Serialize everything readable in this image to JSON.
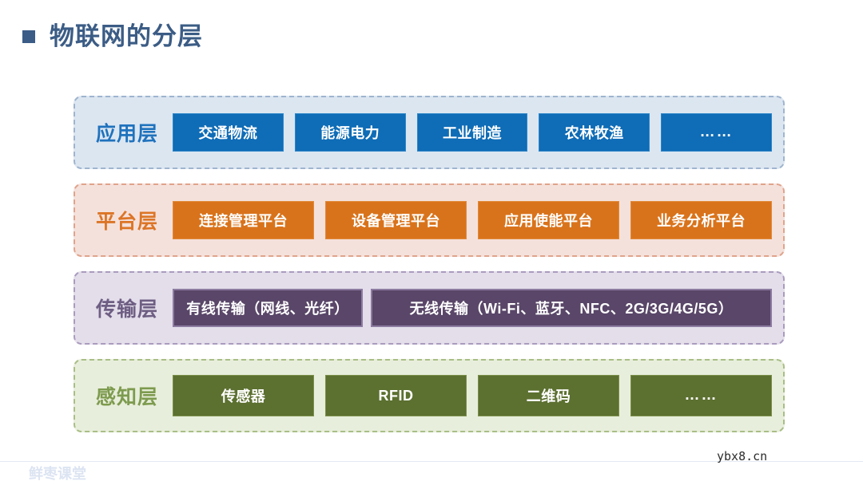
{
  "slide": {
    "title": "物联网的分层",
    "bullet_icon": "square-bullet-icon",
    "title_color": "#3B5C85"
  },
  "layers": [
    {
      "id": "application",
      "label": "应用层",
      "label_color": "#1F72BD",
      "panel_bg": "#DCE6F1",
      "panel_border": "#9FB4CE",
      "box_color": "#0F6CB6",
      "items": [
        "交通物流",
        "能源电力",
        "工业制造",
        "农林牧渔",
        "……"
      ]
    },
    {
      "id": "platform",
      "label": "平台层",
      "label_color": "#DC7526",
      "panel_bg": "#F4E1DC",
      "panel_border": "#E0A38B",
      "box_color": "#D9731B",
      "items": [
        "连接管理平台",
        "设备管理平台",
        "应用使能平台",
        "业务分析平台"
      ]
    },
    {
      "id": "transport",
      "label": "传输层",
      "label_color": "#6E5E83",
      "panel_bg": "#E3DEEA",
      "panel_border": "#A99BBE",
      "box_color": "#594668",
      "items": [
        "有线传输（网线、光纤）",
        "无线传输（Wi-Fi、蓝牙、NFC、2G/3G/4G/5G）"
      ]
    },
    {
      "id": "sensing",
      "label": "感知层",
      "label_color": "#7D9B4E",
      "panel_bg": "#E8EEDC",
      "panel_border": "#A9BE86",
      "box_color": "#5C7030",
      "items": [
        "传感器",
        "RFID",
        "二维码",
        "……"
      ]
    }
  ],
  "footer": {
    "watermark": "鲜枣课堂",
    "source_tag": "ybx8.cn"
  }
}
